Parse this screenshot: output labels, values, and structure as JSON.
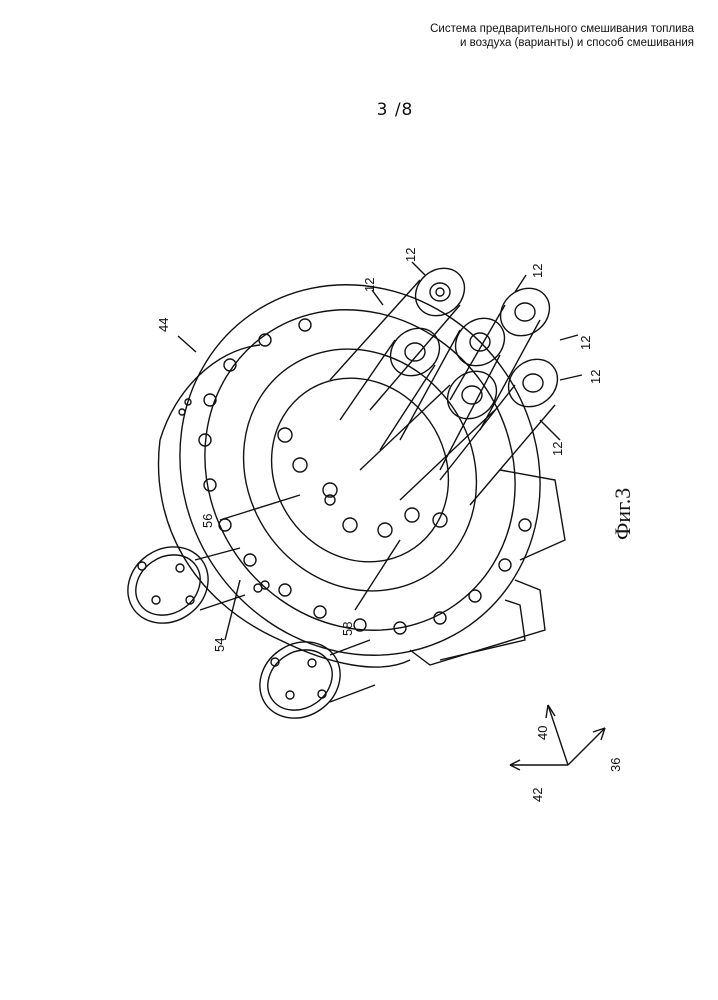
{
  "header": {
    "line1": "Система предварительного смешивания топлива",
    "line2": "и воздуха (варианты) и способ смешивания"
  },
  "page_number": "3 /8",
  "figure": {
    "caption": "Фиг.3",
    "labels": {
      "assembly": "44",
      "nozzle": "12",
      "plate": "56",
      "flange": "54",
      "hub": "58",
      "axis_a": "40",
      "axis_b": "42",
      "axis_c": "36"
    }
  }
}
